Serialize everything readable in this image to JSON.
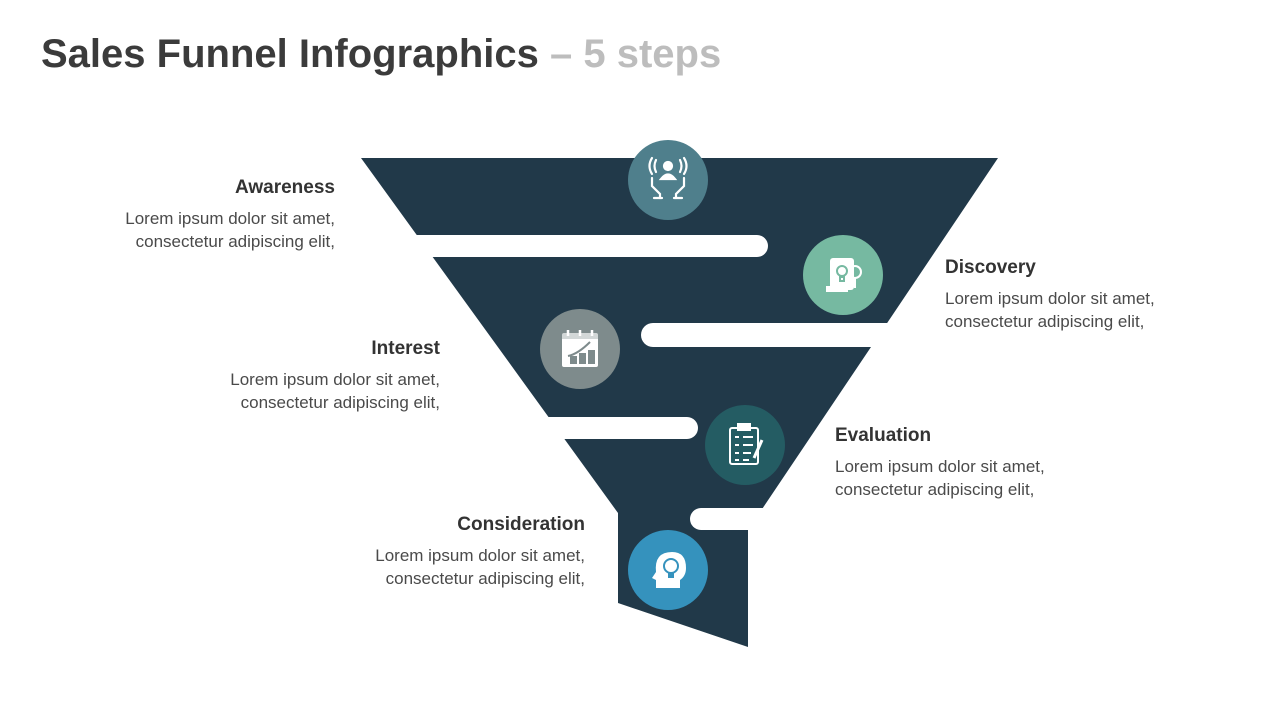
{
  "title": {
    "main": "Sales Funnel Infographics",
    "sub": "– 5 steps"
  },
  "steps": [
    {
      "title": "Awareness",
      "line1": "Lorem ipsum dolor sit amet,",
      "line2": "consectetur adipiscing elit,",
      "color": "#4f7f8c",
      "icon": "hands-person-icon"
    },
    {
      "title": "Discovery",
      "line1": "Lorem ipsum dolor sit amet,",
      "line2": "consectetur adipiscing elit,",
      "color": "#76b9a1",
      "icon": "lightbulb-scroll-icon"
    },
    {
      "title": "Interest",
      "line1": "Lorem ipsum dolor sit amet,",
      "line2": "consectetur adipiscing elit,",
      "color": "#7e8b8c",
      "icon": "calendar-growth-icon"
    },
    {
      "title": "Evaluation",
      "line1": "Lorem ipsum dolor sit amet,",
      "line2": "consectetur adipiscing elit,",
      "color": "#245c63",
      "icon": "clipboard-checklist-icon"
    },
    {
      "title": "Consideration",
      "line1": "Lorem ipsum dolor sit amet,",
      "line2": "consectetur adipiscing elit,",
      "color": "#3592bd",
      "icon": "head-lightbulb-icon"
    }
  ],
  "funnel_color": "#213949"
}
